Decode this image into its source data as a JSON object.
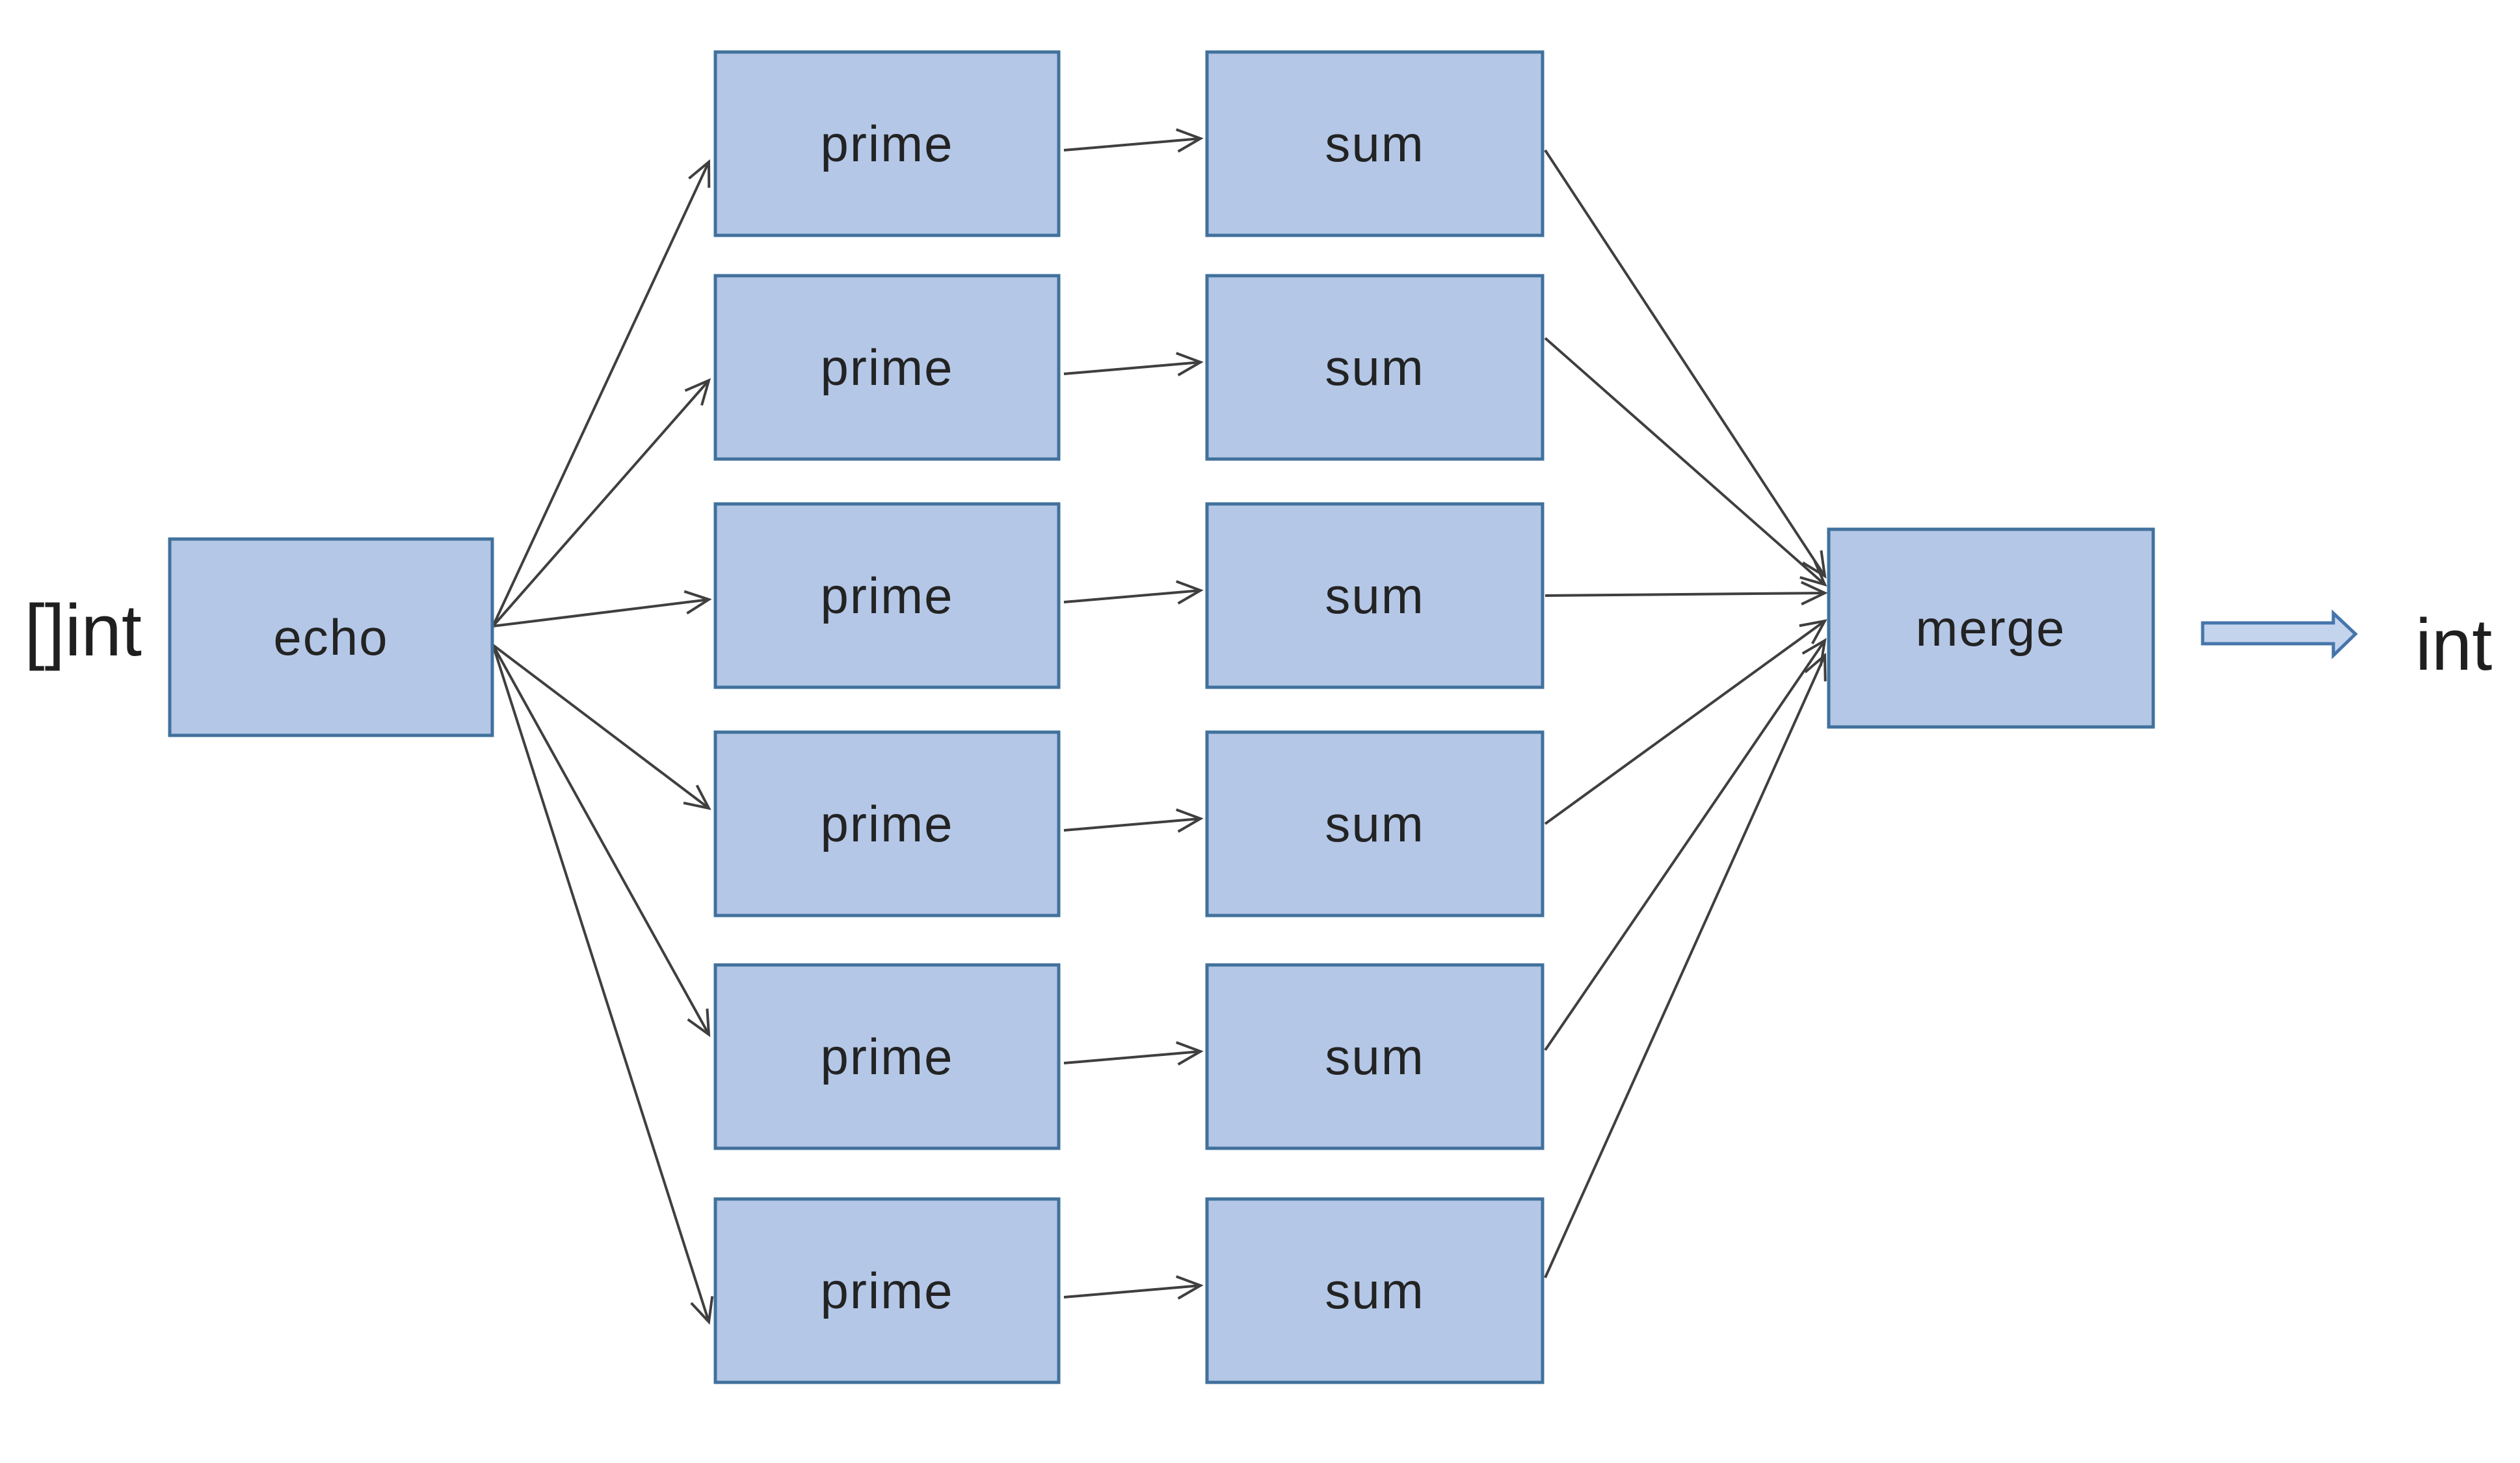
{
  "diagram": {
    "input_label": "[]int",
    "output_label": "int",
    "source": {
      "label": "echo"
    },
    "sink": {
      "label": "merge"
    },
    "rows": [
      {
        "left": "prime",
        "right": "sum"
      },
      {
        "left": "prime",
        "right": "sum"
      },
      {
        "left": "prime",
        "right": "sum"
      },
      {
        "left": "prime",
        "right": "sum"
      },
      {
        "left": "prime",
        "right": "sum"
      },
      {
        "left": "prime",
        "right": "sum"
      }
    ],
    "icons": {
      "connector_arrowhead": "open-v-arrowhead-icon",
      "output_arrow": "block-right-arrow-icon"
    },
    "colors": {
      "node_fill": "#b4c7e7",
      "node_stroke": "#41719c",
      "connector": "#3f3f3f",
      "node_text": "#232323",
      "label_text": "#1f1f1f",
      "block_arrow_fill": "#c5d4ed",
      "block_arrow_stroke": "#4576ab",
      "background": "#ffffff"
    }
  }
}
